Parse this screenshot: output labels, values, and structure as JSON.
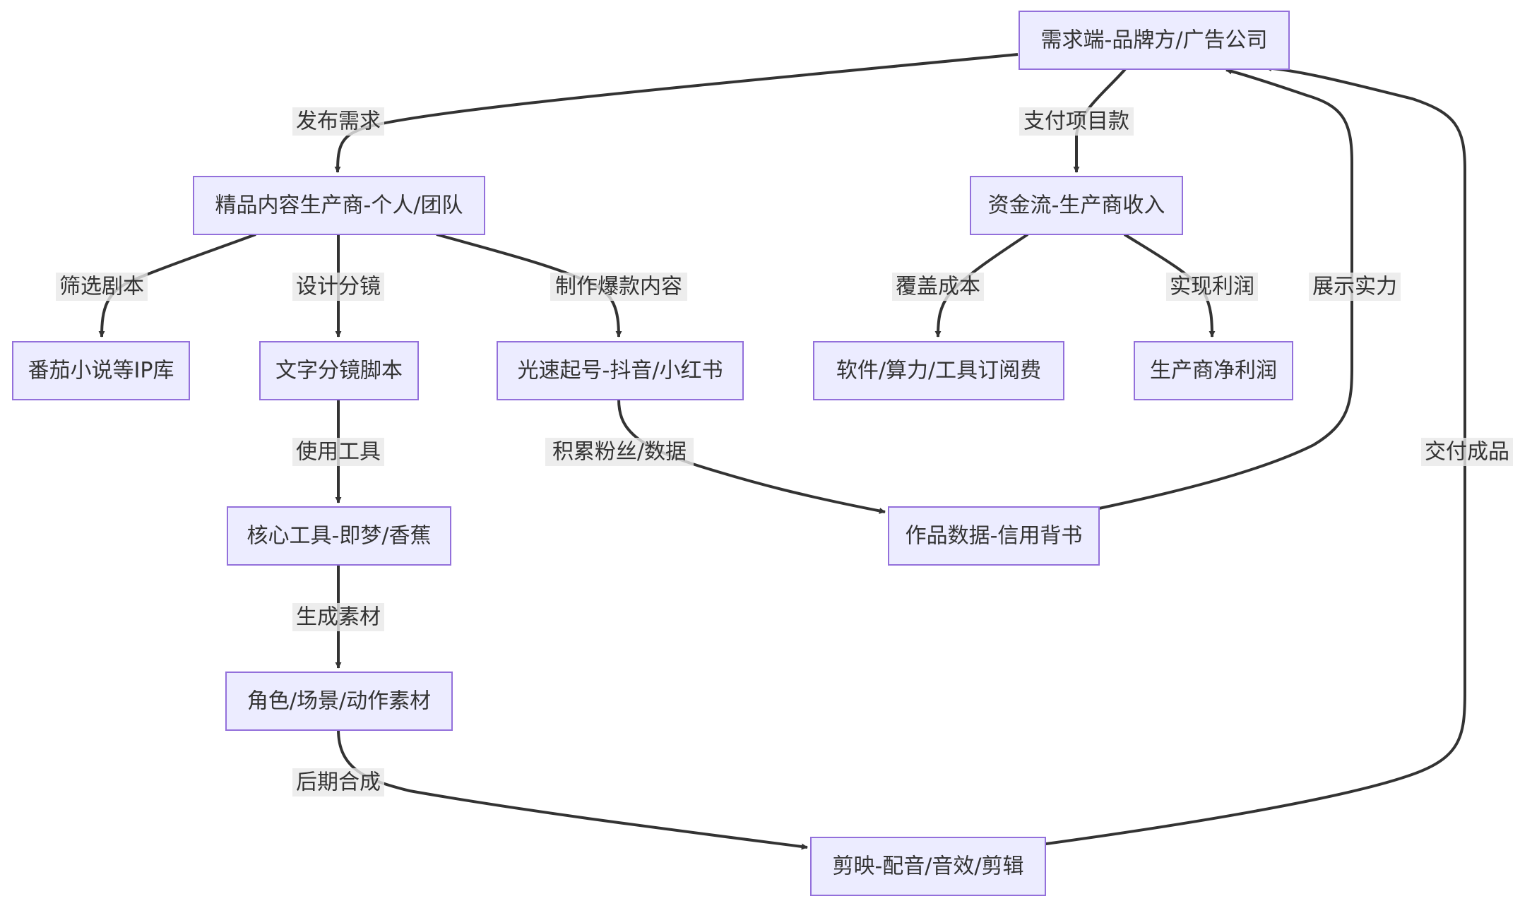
{
  "nodes": {
    "demand": "需求端-品牌方/广告公司",
    "producer": "精品内容生产商-个人/团队",
    "cashflow": "资金流-生产商收入",
    "ip": "番茄小说等IP库",
    "storyboard": "文字分镜脚本",
    "launch": "光速起号-抖音/小红书",
    "cost": "软件/算力/工具订阅费",
    "profit": "生产商净利润",
    "tool": "核心工具-即梦/香蕉",
    "portfolio": "作品数据-信用背书",
    "assets": "角色/场景/动作素材",
    "editing": "剪映-配音/音效/剪辑"
  },
  "edges": {
    "publish": "发布需求",
    "pay": "支付项目款",
    "screen": "筛选剧本",
    "design": "设计分镜",
    "viral": "制作爆款内容",
    "cover": "覆盖成本",
    "realize": "实现利润",
    "showcase": "展示实力",
    "accumulate": "积累粉丝/数据",
    "deliver": "交付成品",
    "use_tool": "使用工具",
    "generate": "生成素材",
    "post": "后期合成"
  },
  "colors": {
    "node_fill": "#ECECFF",
    "node_stroke": "#9370DB",
    "edge": "#333333",
    "label_bg": "#E8E8E8",
    "text": "#333333"
  }
}
